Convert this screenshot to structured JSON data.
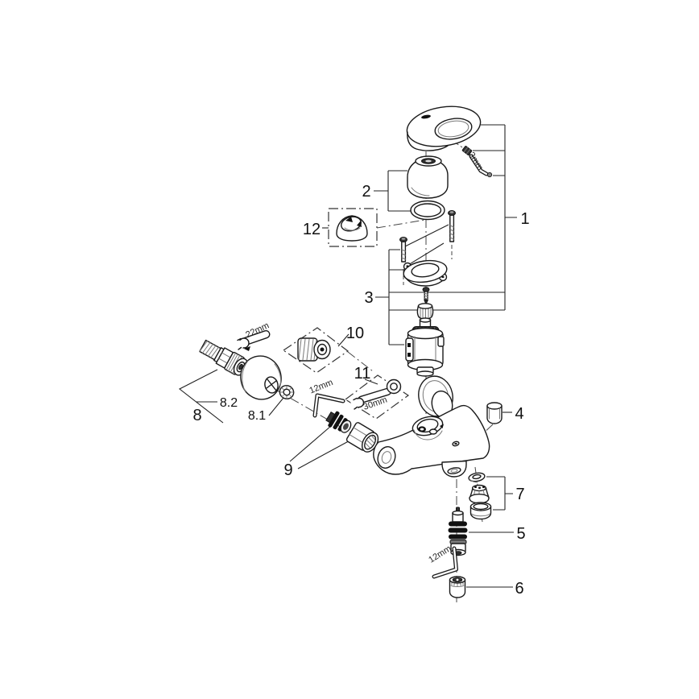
{
  "diagram": {
    "kind": "exploded-parts-diagram",
    "subject": "single-lever bath/shower mixer tap",
    "colors": {
      "background": "#ffffff",
      "line": "#1a1a1a",
      "label": "#111111"
    },
    "part_labels": {
      "p1": "1",
      "p2": "2",
      "p3": "3",
      "p4": "4",
      "p5": "5",
      "p6": "6",
      "p7": "7",
      "p8": "8",
      "p8_1": "8.1",
      "p8_2": "8.2",
      "p9": "9",
      "p10": "10",
      "p11": "11",
      "p12": "12"
    },
    "tool_labels": {
      "handle_screw_hex": "3mm",
      "union_wrench": "22mm",
      "plug_hex": "12mm",
      "cartridge_nut_wrench": "30mm",
      "check_valve_hex": "12mm"
    }
  }
}
